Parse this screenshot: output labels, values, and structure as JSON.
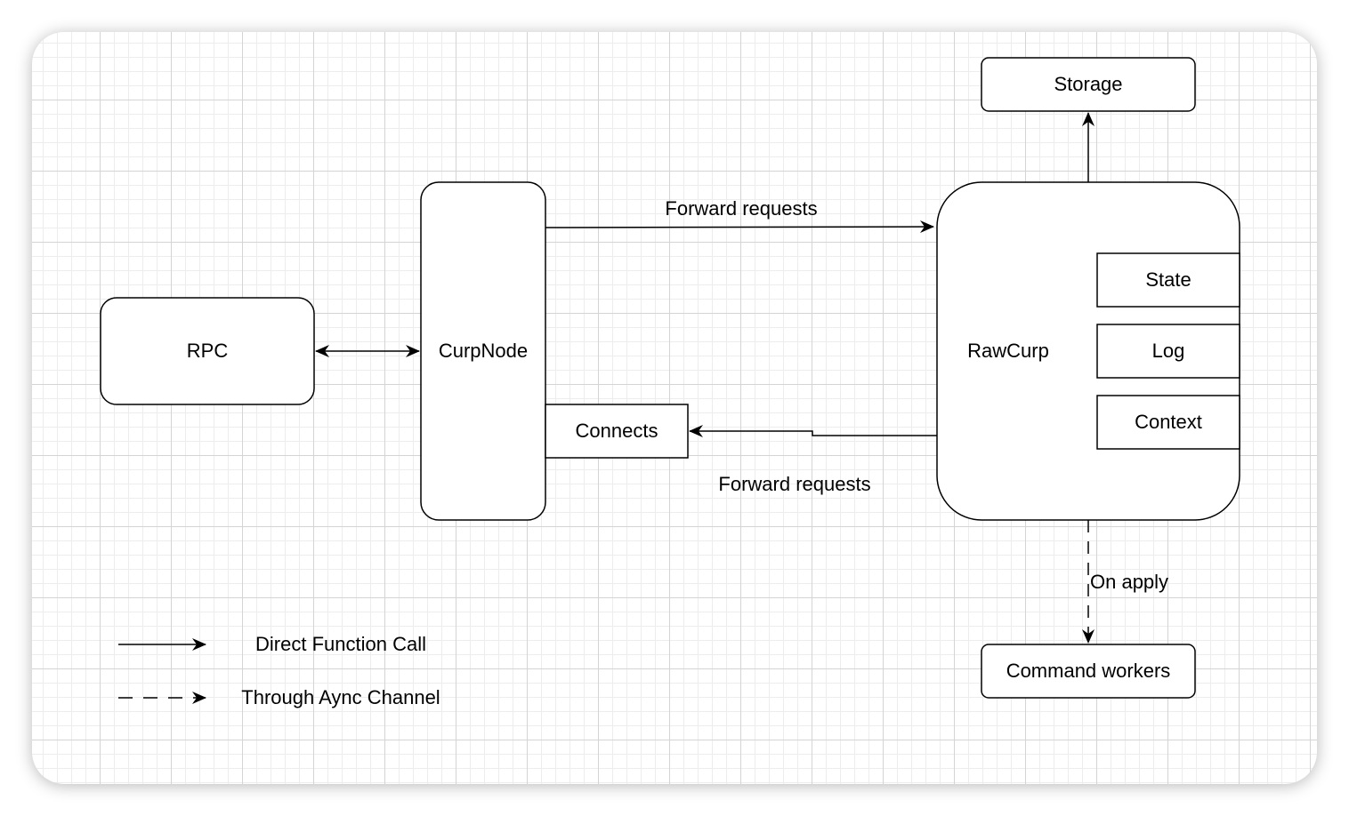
{
  "nodes": {
    "rpc": "RPC",
    "curpnode": "CurpNode",
    "connects": "Connects",
    "rawcurp": "RawCurp",
    "state": "State",
    "log": "Log",
    "context": "Context",
    "storage": "Storage",
    "command_workers": "Command workers"
  },
  "edges": {
    "forward_requests_top": "Forward requests",
    "forward_requests_bottom": "Forward requests",
    "on_apply": "On apply"
  },
  "legend": {
    "direct_call": "Direct Function Call",
    "async_channel": "Through Aync Channel"
  },
  "colors": {
    "stroke": "#000000",
    "fill": "#ffffff",
    "text": "#000000"
  }
}
